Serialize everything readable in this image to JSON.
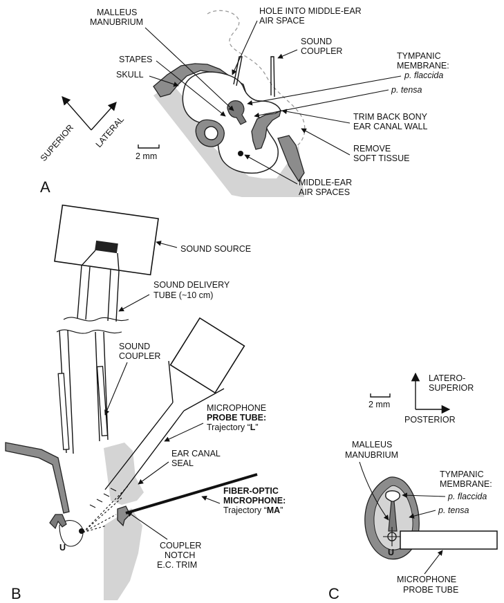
{
  "panels": {
    "a": "A",
    "b": "B",
    "c": "C"
  },
  "panel_a": {
    "malleus_1": "MALLEUS",
    "malleus_2": "MANUBRIUM",
    "hole_1": "HOLE INTO MIDDLE-EAR",
    "hole_2": "AIR SPACE",
    "sound_coupler_1": "SOUND",
    "sound_coupler_2": "COUPLER",
    "stapes": "STAPES",
    "skull": "SKULL",
    "tm_1": "TYMPANIC",
    "tm_2": "MEMBRANE:",
    "p_flaccida": "p. flaccida",
    "p_tensa": "p. tensa",
    "trim_1": "TRIM BACK BONY",
    "trim_2": "EAR CANAL WALL",
    "remove_1": "REMOVE",
    "remove_2": "SOFT TISSUE",
    "air_1": "MIDDLE-EAR",
    "air_2": "AIR SPACES",
    "superior": "SUPERIOR",
    "lateral": "LATERAL",
    "scale": "2 mm"
  },
  "panel_b": {
    "sound_source": "SOUND SOURCE",
    "delivery_1": "SOUND DELIVERY",
    "delivery_2": "TUBE (~10 cm)",
    "coupler_1": "SOUND",
    "coupler_2": "COUPLER",
    "probe_1": "MICROPHONE",
    "probe_2": "PROBE TUBE:",
    "probe_3_pre": "Trajectory “",
    "probe_3_bold": "L",
    "probe_3_post": "”",
    "seal_1": "EAR CANAL",
    "seal_2": "SEAL",
    "fiber_1": "FIBER-OPTIC",
    "fiber_2": "MICROPHONE:",
    "fiber_3_pre": "Trajectory “",
    "fiber_3_bold": "MA",
    "fiber_3_post": "”",
    "notch_1": "COUPLER",
    "notch_2": "NOTCH",
    "notch_3": "E.C. TRIM",
    "umbo": "U"
  },
  "panel_c": {
    "latero_1": "LATERO-",
    "latero_2": "SUPERIOR",
    "posterior": "POSTERIOR",
    "scale": "2 mm",
    "malleus_1": "MALLEUS",
    "malleus_2": "MANUBRIUM",
    "tm_1": "TYMPANIC",
    "tm_2": "MEMBRANE:",
    "p_flaccida": "p. flaccida",
    "p_tensa": "p. tensa",
    "umbo": "U",
    "probe_1": "MICROPHONE",
    "probe_2": "PROBE TUBE"
  }
}
